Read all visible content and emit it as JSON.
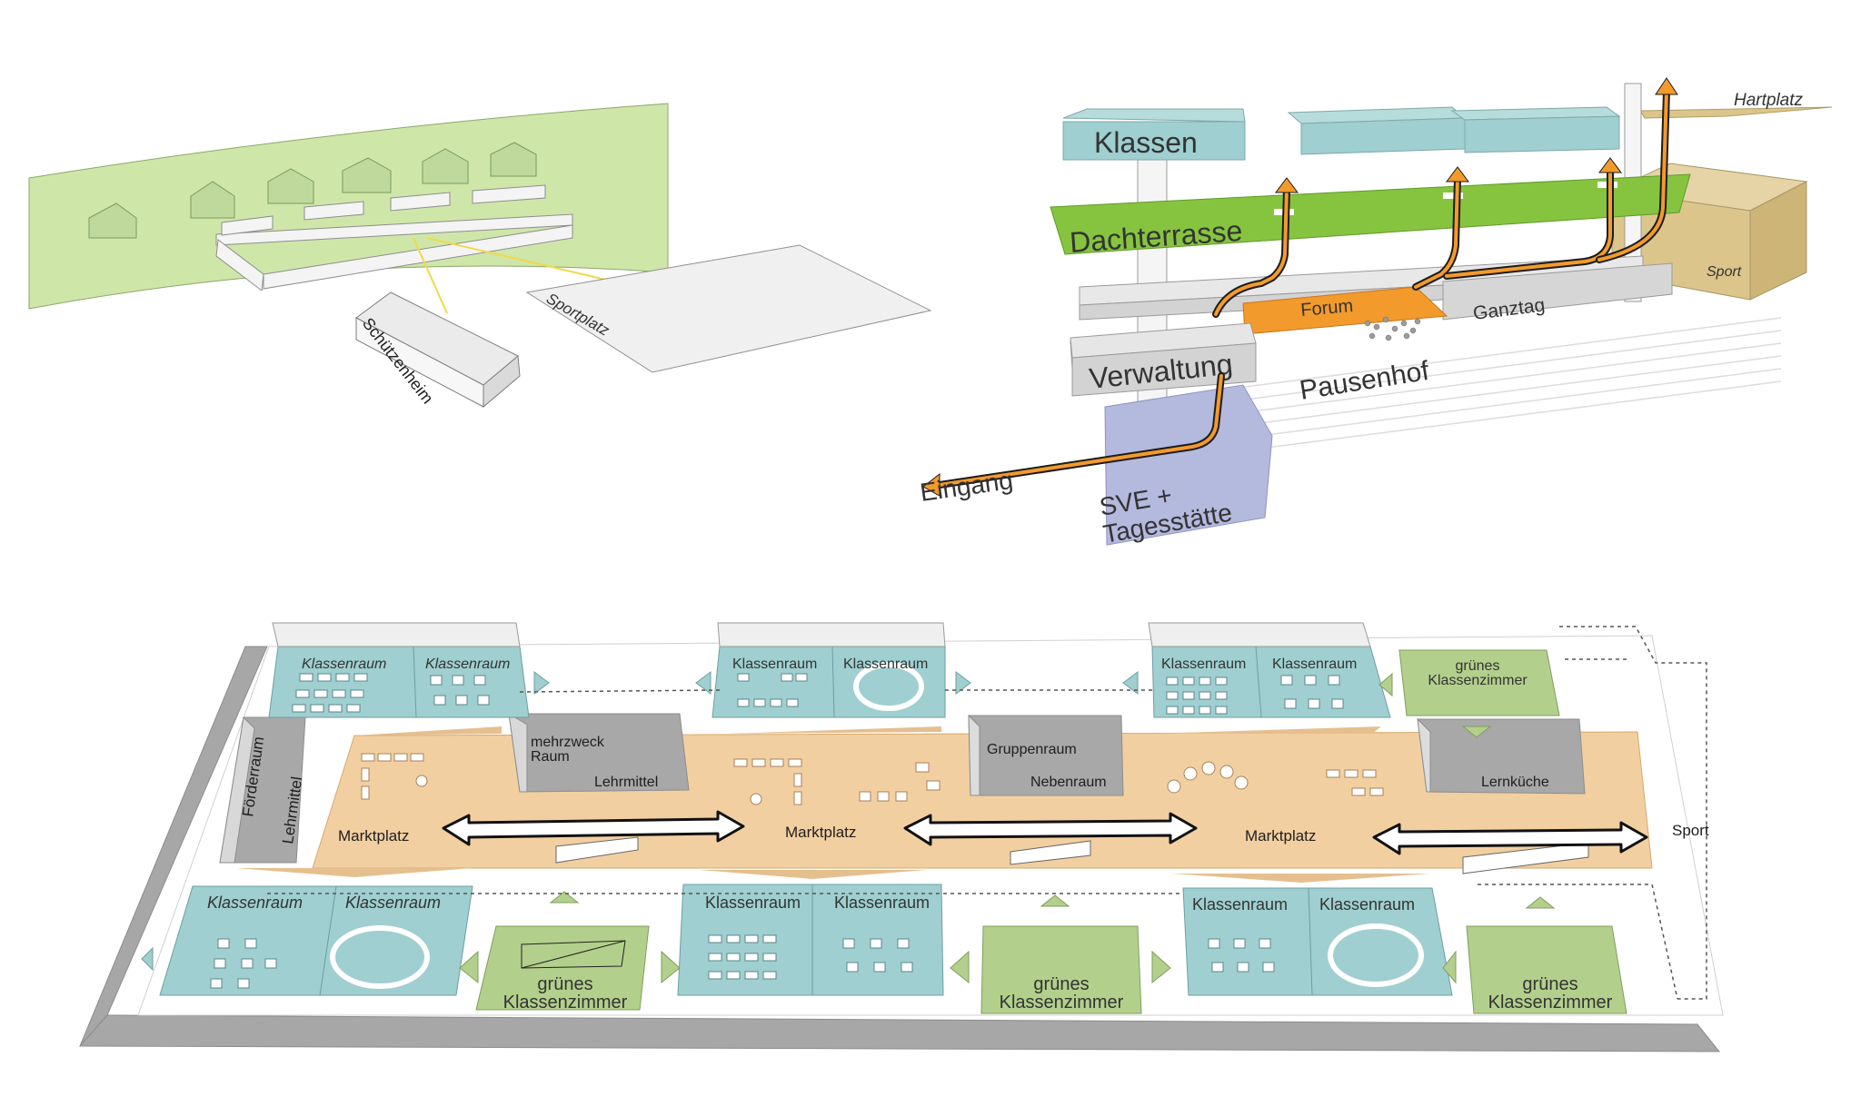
{
  "colors": {
    "hill_green": "#cfe6a9",
    "roof_green": "#86c440",
    "classroom_blue": "#9fcfd0",
    "marketplace_orange": "#f2cfa1",
    "forum_orange": "#f39a2c",
    "green_room": "#b3cf8c",
    "sport_tan": "#dcc58b",
    "sve_lavender": "#b4b9de",
    "grey_block": "#cfcfcf",
    "wall_grey": "#a7a7a7"
  },
  "site_sketch": {
    "sportplatz": "Sportplatz",
    "schuetzenheim": "Schützenheim"
  },
  "concept": {
    "klassen": "Klassen",
    "dachterrasse": "Dachterrasse",
    "hartplatz": "Hartplatz",
    "sport": "Sport",
    "forum": "Forum",
    "ganztag": "Ganztag",
    "verwaltung": "Verwaltung",
    "pausenhof": "Pausenhof",
    "eingang": "Eingang",
    "sve_line1": "SVE +",
    "sve_line2": "Tagesstätte"
  },
  "floorplan": {
    "klassenraum": "Klassenraum",
    "gruenes_line1": "grünes",
    "gruenes_line2": "Klassenzimmer",
    "mehrzweck_line1": "mehrzweck",
    "mehrzweck_line2": "Raum",
    "lehrmittel": "Lehrmittel",
    "gruppenraum": "Gruppenraum",
    "nebenraum": "Nebenraum",
    "lernkueche": "Lernküche",
    "foerderraum": "Förderraum",
    "marktplatz": "Marktplatz",
    "sport": "Sport"
  }
}
